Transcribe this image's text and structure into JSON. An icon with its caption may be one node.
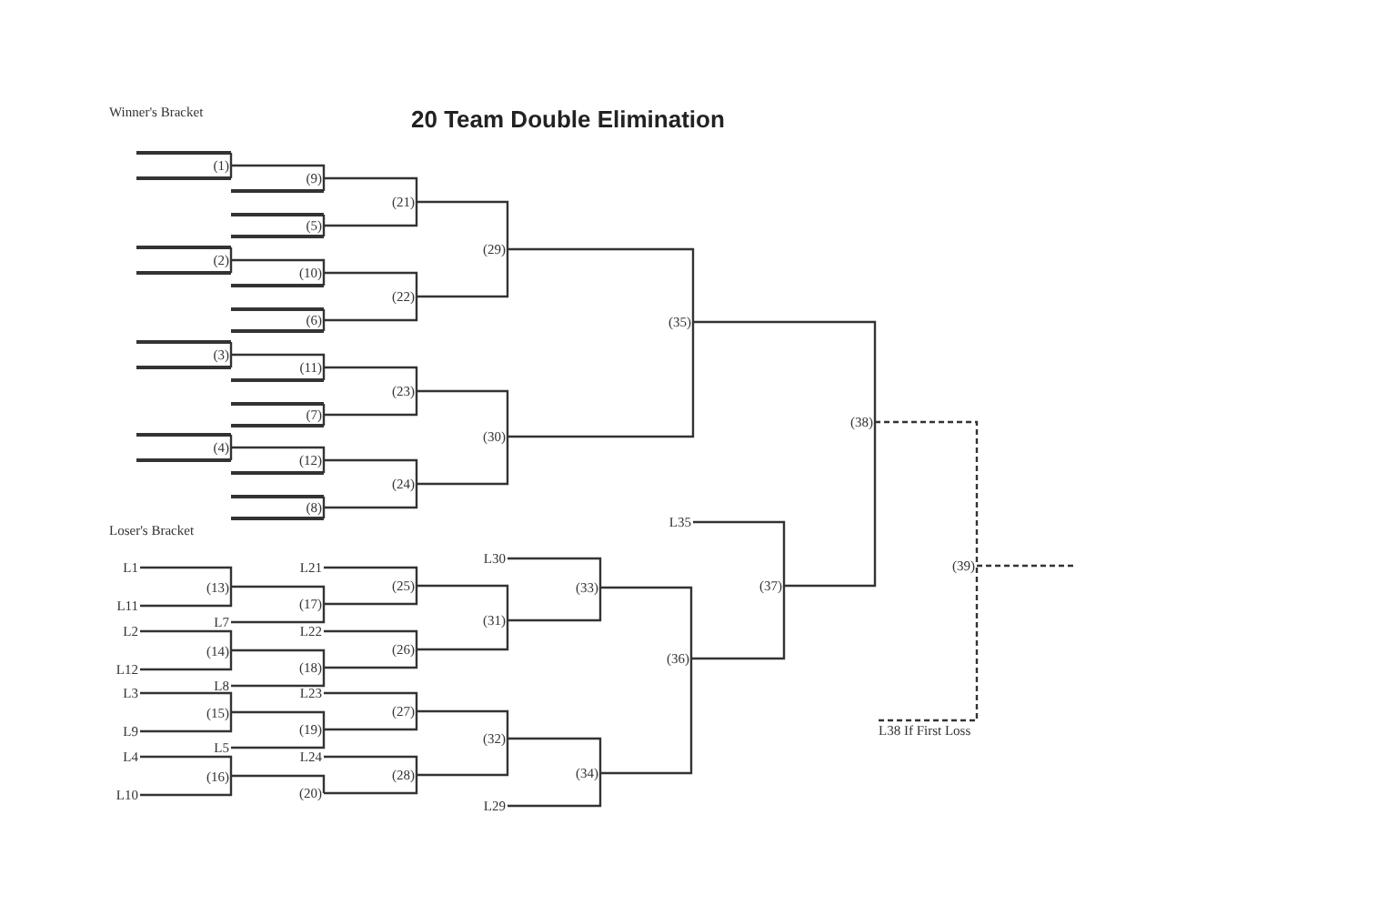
{
  "diagram": {
    "title": "20 Team Double Elimination",
    "nodes": [
      {
        "text": [
          "(1)"
        ]
      },
      {
        "text": [
          "(9)"
        ]
      },
      {
        "text": [
          "(5)"
        ]
      },
      {
        "text": [
          "(21)"
        ]
      },
      {
        "text": [
          "(29)"
        ]
      },
      {
        "text": [
          "(2)"
        ]
      },
      {
        "text": [
          "(10)"
        ]
      },
      {
        "text": [
          "(6)"
        ]
      },
      {
        "text": [
          "(22)"
        ]
      },
      {
        "text": [
          "(3)"
        ]
      },
      {
        "text": [
          "(11)"
        ]
      },
      {
        "text": [
          "(7)"
        ]
      },
      {
        "text": [
          "(23)"
        ]
      },
      {
        "text": [
          "(30)"
        ]
      },
      {
        "text": [
          "(4)"
        ]
      },
      {
        "text": [
          "(12)"
        ]
      },
      {
        "text": [
          "(8)"
        ]
      },
      {
        "text": [
          "(24)"
        ]
      },
      {
        "text": [
          "(35)"
        ]
      },
      {
        "text": [
          "(38)"
        ]
      },
      {
        "text": [
          "(39)"
        ]
      },
      {
        "text": [
          "L1"
        ]
      },
      {
        "text": [
          "(13)"
        ]
      },
      {
        "text": [
          "L11"
        ]
      },
      {
        "text": [
          "L7"
        ]
      },
      {
        "text": [
          "(17)"
        ]
      },
      {
        "text": [
          "L21"
        ]
      },
      {
        "text": [
          "(25)"
        ]
      },
      {
        "text": [
          "L2"
        ]
      },
      {
        "text": [
          "(14)"
        ]
      },
      {
        "text": [
          "L12"
        ]
      },
      {
        "text": [
          "L8"
        ]
      },
      {
        "text": [
          "(18)"
        ]
      },
      {
        "text": [
          "L22"
        ]
      },
      {
        "text": [
          "(26)"
        ]
      },
      {
        "text": [
          "L3"
        ]
      },
      {
        "text": [
          "(15)"
        ]
      },
      {
        "text": [
          "L9"
        ]
      },
      {
        "text": [
          "L5"
        ]
      },
      {
        "text": [
          "(19)"
        ]
      },
      {
        "text": [
          "L23"
        ]
      },
      {
        "text": [
          "(27)"
        ]
      },
      {
        "text": [
          "L4"
        ]
      },
      {
        "text": [
          "(16)"
        ]
      },
      {
        "text": [
          "L10"
        ]
      },
      {
        "text": [
          "(20)"
        ]
      },
      {
        "text": [
          "L24"
        ]
      },
      {
        "text": [
          "(28)"
        ]
      },
      {
        "text": [
          "(31)"
        ]
      },
      {
        "text": [
          "(32)"
        ]
      },
      {
        "text": [
          "L30"
        ]
      },
      {
        "text": [
          "(33)"
        ]
      },
      {
        "text": [
          "L29"
        ]
      },
      {
        "text": [
          "(34)"
        ]
      },
      {
        "text": [
          "(36)"
        ]
      },
      {
        "text": [
          "L35"
        ]
      },
      {
        "text": [
          "(37)"
        ]
      },
      {
        "text": [
          "L38 If First Loss"
        ]
      },
      {
        "text": [],
        "shape": "line"
      },
      {
        "text": [],
        "shape": "line"
      },
      {
        "text": [],
        "shape": "line"
      },
      {
        "text": [],
        "shape": "line"
      },
      {
        "text": [],
        "shape": "line"
      },
      {
        "text": [],
        "shape": "line"
      },
      {
        "text": [],
        "shape": "line"
      },
      {
        "text": [],
        "shape": "line"
      },
      {
        "text": [],
        "shape": "line"
      },
      {
        "text": [],
        "shape": "line"
      },
      {
        "text": [],
        "shape": "line"
      },
      {
        "text": [],
        "shape": "line"
      },
      {
        "text": [],
        "shape": "line"
      },
      {
        "text": [],
        "shape": "line"
      },
      {
        "text": [],
        "shape": "line"
      },
      {
        "text": [],
        "shape": "line"
      },
      {
        "text": [],
        "shape": "line"
      },
      {
        "text": [],
        "shape": "line"
      },
      {
        "text": [],
        "shape": "line"
      },
      {
        "text": [],
        "shape": "line"
      }
    ],
    "edges": [
      {
        "from": 58,
        "to": 0,
        "arrow": "none"
      },
      {
        "from": 59,
        "to": 0,
        "arrow": "none"
      },
      {
        "from": 0,
        "to": 1,
        "arrow": "none"
      },
      {
        "from": 60,
        "to": 1,
        "arrow": "none"
      },
      {
        "from": 61,
        "to": 2,
        "arrow": "none"
      },
      {
        "from": 62,
        "to": 2,
        "arrow": "none"
      },
      {
        "from": 1,
        "to": 3,
        "arrow": "none"
      },
      {
        "from": 2,
        "to": 3,
        "arrow": "none"
      },
      {
        "from": 63,
        "to": 5,
        "arrow": "none"
      },
      {
        "from": 64,
        "to": 5,
        "arrow": "none"
      },
      {
        "from": 5,
        "to": 6,
        "arrow": "none"
      },
      {
        "from": 65,
        "to": 6,
        "arrow": "none"
      },
      {
        "from": 66,
        "to": 7,
        "arrow": "none"
      },
      {
        "from": 67,
        "to": 7,
        "arrow": "none"
      },
      {
        "from": 6,
        "to": 8,
        "arrow": "none"
      },
      {
        "from": 7,
        "to": 8,
        "arrow": "none"
      },
      {
        "from": 68,
        "to": 9,
        "arrow": "none"
      },
      {
        "from": 69,
        "to": 9,
        "arrow": "none"
      },
      {
        "from": 9,
        "to": 10,
        "arrow": "none"
      },
      {
        "from": 70,
        "to": 10,
        "arrow": "none"
      },
      {
        "from": 71,
        "to": 11,
        "arrow": "none"
      },
      {
        "from": 72,
        "to": 11,
        "arrow": "none"
      },
      {
        "from": 10,
        "to": 12,
        "arrow": "none"
      },
      {
        "from": 11,
        "to": 12,
        "arrow": "none"
      },
      {
        "from": 73,
        "to": 14,
        "arrow": "none"
      },
      {
        "from": 74,
        "to": 14,
        "arrow": "none"
      },
      {
        "from": 14,
        "to": 15,
        "arrow": "none"
      },
      {
        "from": 75,
        "to": 15,
        "arrow": "none"
      },
      {
        "from": 76,
        "to": 16,
        "arrow": "none"
      },
      {
        "from": 77,
        "to": 16,
        "arrow": "none"
      },
      {
        "from": 15,
        "to": 17,
        "arrow": "none"
      },
      {
        "from": 16,
        "to": 17,
        "arrow": "none"
      },
      {
        "from": 3,
        "to": 4,
        "arrow": "none"
      },
      {
        "from": 8,
        "to": 4,
        "arrow": "none"
      },
      {
        "from": 12,
        "to": 13,
        "arrow": "none"
      },
      {
        "from": 17,
        "to": 13,
        "arrow": "none"
      },
      {
        "from": 4,
        "to": 18,
        "arrow": "none"
      },
      {
        "from": 13,
        "to": 18,
        "arrow": "none"
      },
      {
        "from": 18,
        "to": 19,
        "arrow": "none"
      },
      {
        "from": 56,
        "to": 19,
        "arrow": "none"
      },
      {
        "from": 19,
        "to": 20,
        "arrow": "none",
        "style": "dashed"
      },
      {
        "from": 57,
        "to": 20,
        "arrow": "none",
        "style": "dashed"
      },
      {
        "from": 20,
        "to": null,
        "arrow": "none",
        "style": "dashed"
      },
      {
        "from": 21,
        "to": 22,
        "arrow": "none"
      },
      {
        "from": 23,
        "to": 22,
        "arrow": "none"
      },
      {
        "from": 22,
        "to": 25,
        "arrow": "none"
      },
      {
        "from": 24,
        "to": 25,
        "arrow": "none"
      },
      {
        "from": 26,
        "to": 27,
        "arrow": "none"
      },
      {
        "from": 25,
        "to": 27,
        "arrow": "none"
      },
      {
        "from": 28,
        "to": 29,
        "arrow": "none"
      },
      {
        "from": 30,
        "to": 29,
        "arrow": "none"
      },
      {
        "from": 29,
        "to": 32,
        "arrow": "none"
      },
      {
        "from": 31,
        "to": 32,
        "arrow": "none"
      },
      {
        "from": 33,
        "to": 34,
        "arrow": "none"
      },
      {
        "from": 32,
        "to": 34,
        "arrow": "none"
      },
      {
        "from": 35,
        "to": 36,
        "arrow": "none"
      },
      {
        "from": 37,
        "to": 36,
        "arrow": "none"
      },
      {
        "from": 36,
        "to": 39,
        "arrow": "none"
      },
      {
        "from": 38,
        "to": 39,
        "arrow": "none"
      },
      {
        "from": 40,
        "to": 41,
        "arrow": "none"
      },
      {
        "from": 39,
        "to": 41,
        "arrow": "none"
      },
      {
        "from": 42,
        "to": 43,
        "arrow": "none"
      },
      {
        "from": 44,
        "to": 43,
        "arrow": "none"
      },
      {
        "from": 43,
        "to": 45,
        "arrow": "none"
      },
      {
        "from": 46,
        "to": 47,
        "arrow": "none"
      },
      {
        "from": 45,
        "to": 47,
        "arrow": "none"
      },
      {
        "from": 27,
        "to": 48,
        "arrow": "none"
      },
      {
        "from": 34,
        "to": 48,
        "arrow": "none"
      },
      {
        "from": 41,
        "to": 49,
        "arrow": "none"
      },
      {
        "from": 47,
        "to": 49,
        "arrow": "none"
      },
      {
        "from": 50,
        "to": 51,
        "arrow": "none"
      },
      {
        "from": 48,
        "to": 51,
        "arrow": "none"
      },
      {
        "from": 49,
        "to": 53,
        "arrow": "none"
      },
      {
        "from": 52,
        "to": 53,
        "arrow": "none"
      },
      {
        "from": 51,
        "to": 54,
        "arrow": "none"
      },
      {
        "from": 53,
        "to": 54,
        "arrow": "none"
      },
      {
        "from": 55,
        "to": 56,
        "arrow": "none"
      },
      {
        "from": 54,
        "to": 56,
        "arrow": "none"
      }
    ],
    "labels": [
      "Winner's Bracket",
      "Loser's Bracket"
    ]
  }
}
